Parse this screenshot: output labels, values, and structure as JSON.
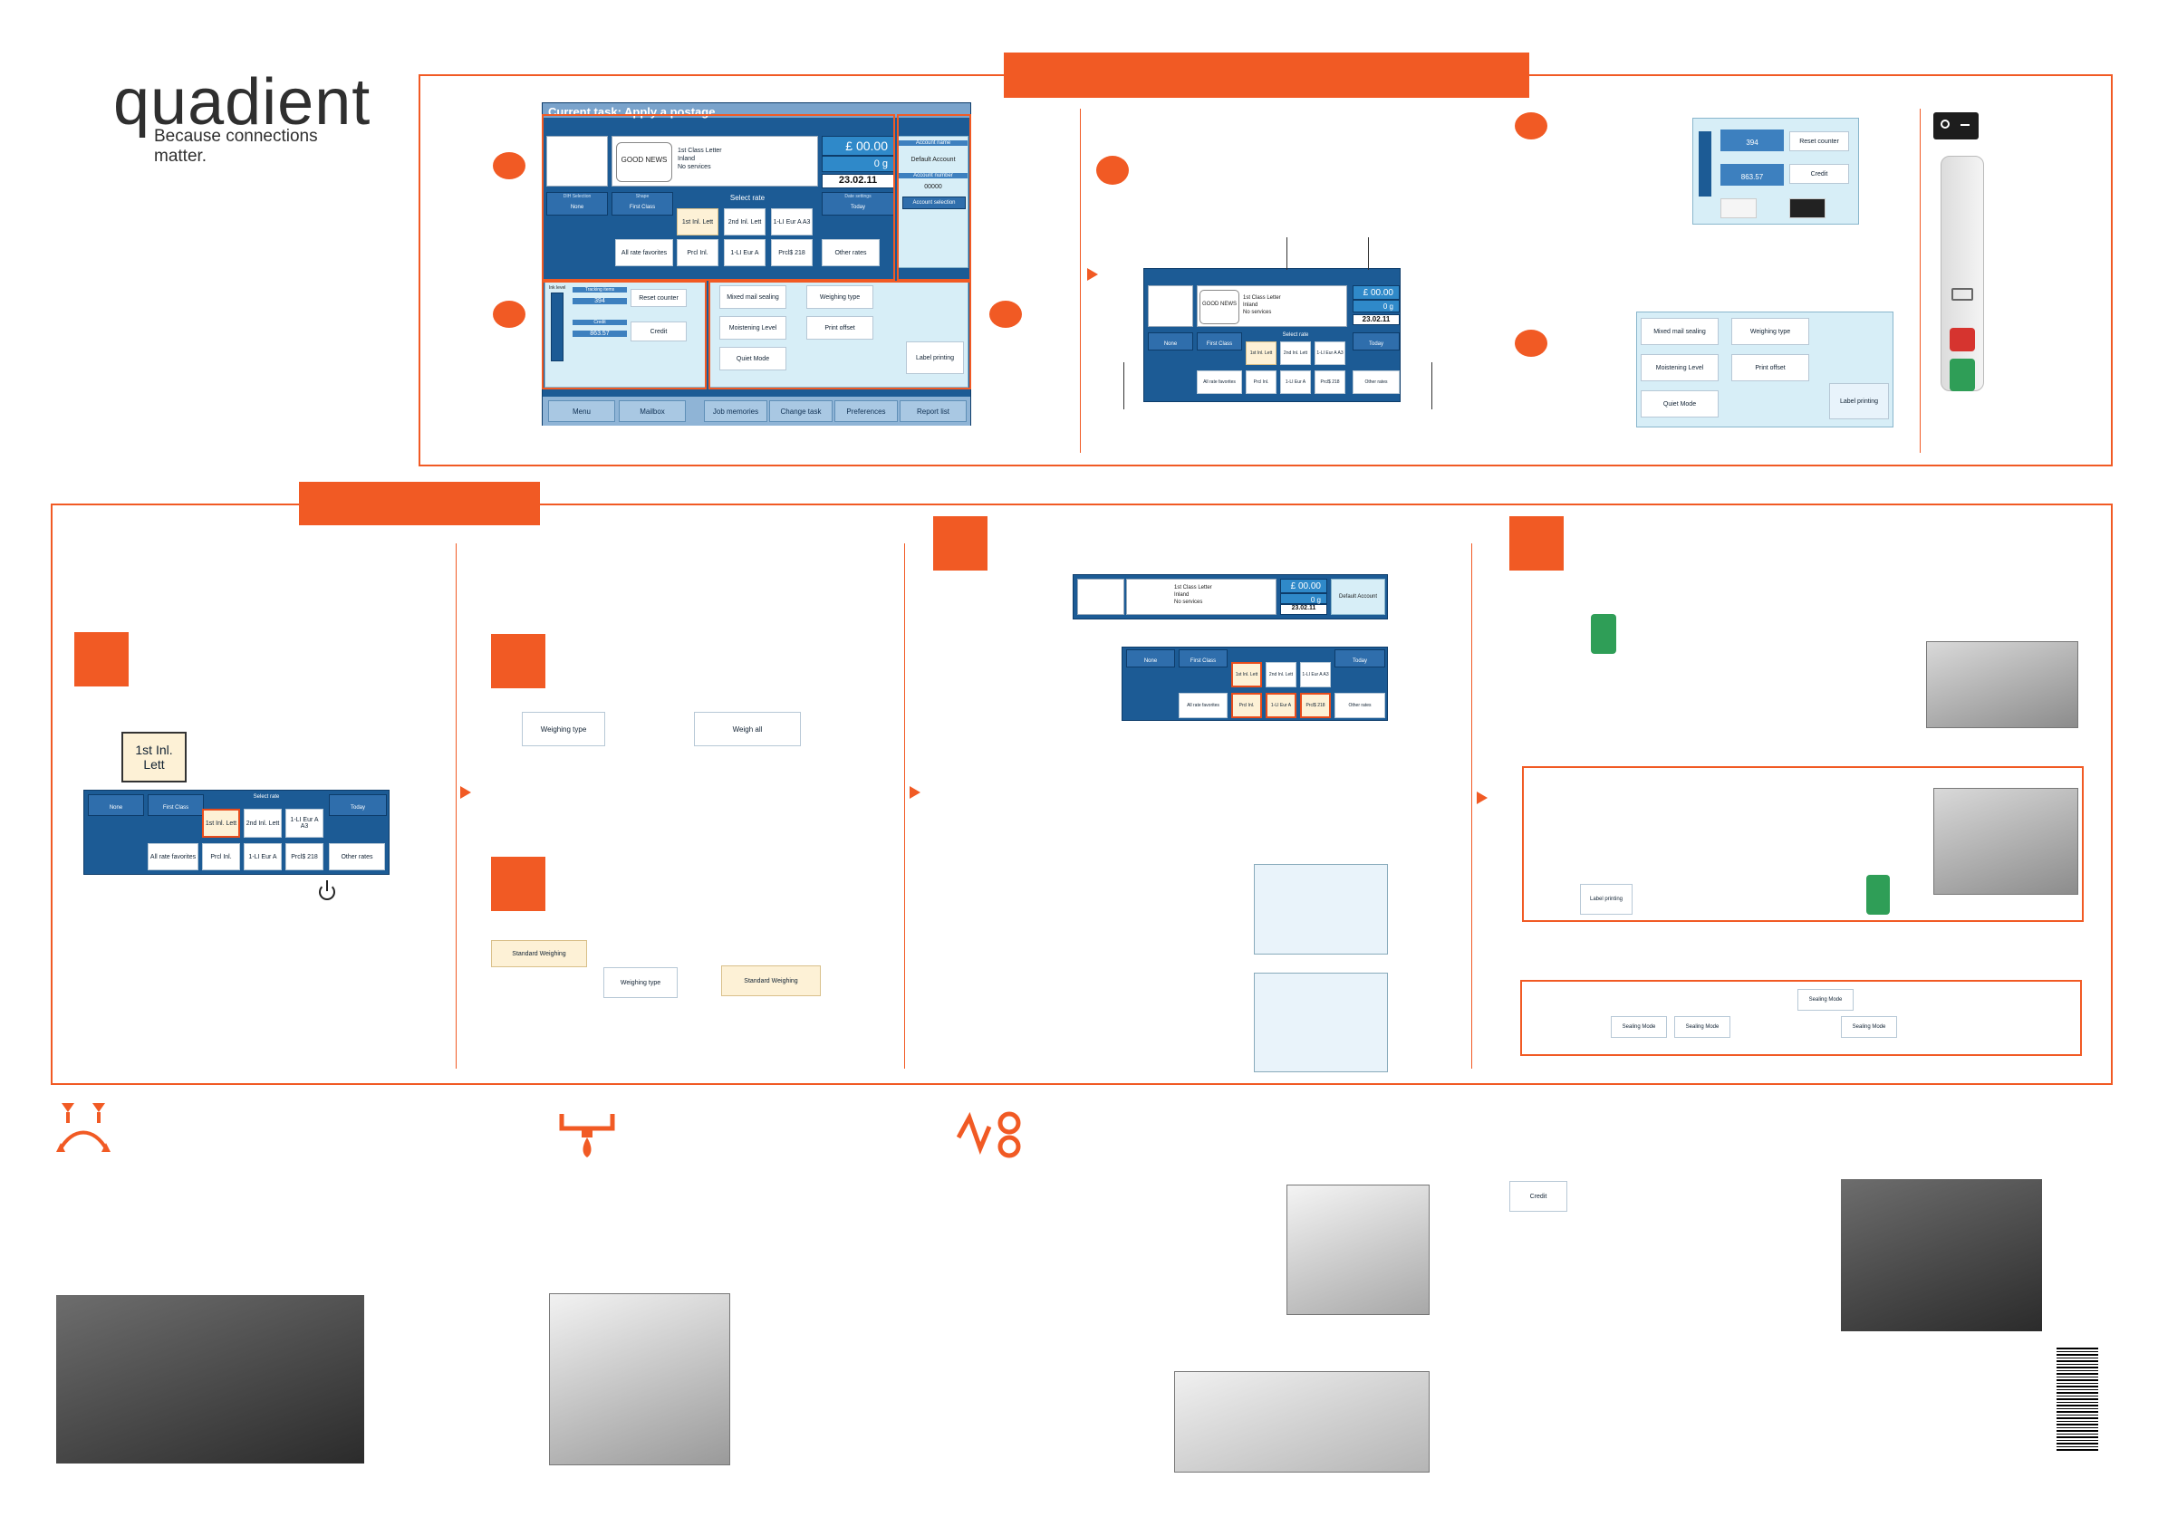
{
  "brand": {
    "name": "quadient",
    "tagline": "Because connections matter.",
    "accent_color": "#f15a24"
  },
  "main_screen": {
    "title": "Current task: Apply a postage",
    "postage": {
      "rate_text_1": "1st Class Letter",
      "rate_text_2": "Inland",
      "rate_text_3": "No services",
      "amount": "£ 00.00",
      "weight": "0 g",
      "date": "23.02.11"
    },
    "account": {
      "name_label": "Account name",
      "name_value": "Default Account",
      "number_label": "Account number",
      "number_value": "00000",
      "selection_button": "Account selection"
    },
    "top_buttons": [
      {
        "label": "DIH Selection",
        "value": "None"
      },
      {
        "label": "Shape",
        "value": "First Class"
      },
      {
        "label": "Date settings",
        "value": "Today"
      }
    ],
    "select_rate_label": "Select rate",
    "rates_row1": [
      "1st Inl. Lett",
      "2nd Inl. Lett",
      "1-LI Eur A A3"
    ],
    "rates_row2": [
      "All rate favorites",
      "Prcl Inl.",
      "1-LI Eur A",
      "Prcl$ 218",
      "Other rates"
    ],
    "counters": {
      "ink_label": "Ink level",
      "tracking_label": "Tracking items",
      "tracking_value": "394",
      "reset_button": "Reset counter",
      "credit_label": "Credit",
      "credit_value": "863.57",
      "credit_button": "Credit"
    },
    "options": {
      "mixed_mail": "Mixed mail sealing",
      "weighing_type": "Weighing type",
      "moistening": "Moistening Level",
      "print_offset": "Print offset",
      "quiet_mode": "Quiet Mode",
      "label_printing": "Label printing"
    },
    "tabs": [
      "Menu",
      "Mailbox",
      "Job memories",
      "Change task",
      "Preferences",
      "Report list"
    ]
  },
  "steps": {
    "step1_rate_button": "1st Inl. Lett",
    "weighing_type": "Weighing type",
    "weigh_all": "Weigh all",
    "standard_weighing": "Standard Weighing",
    "label_printing": "Label printing",
    "sealing_mode": "Sealing Mode",
    "credit": "Credit"
  },
  "icons": [
    "power-icon",
    "start-icon",
    "stop-icon",
    "sealing-icon",
    "ink-icon",
    "wave-icon"
  ]
}
